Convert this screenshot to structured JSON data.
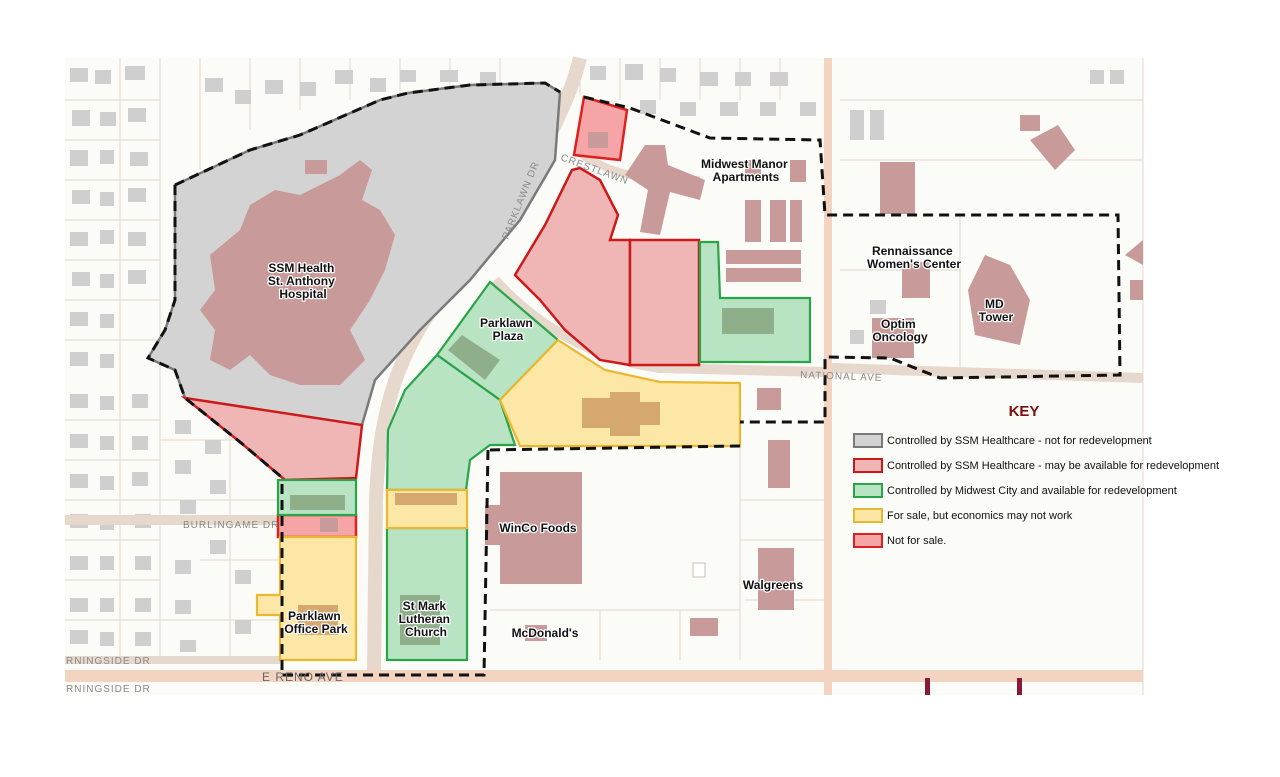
{
  "colors": {
    "ssm_no_redevelop_fill": "#d3d3d3",
    "ssm_no_redevelop_stroke": "#7a7a7a",
    "ssm_maybe_fill": "#f0b5b5",
    "ssm_maybe_stroke": "#cc1a1a",
    "midwest_city_fill": "#b8e4c3",
    "midwest_city_stroke": "#2aa448",
    "for_sale_fill": "#fde7a6",
    "for_sale_stroke": "#e8b830",
    "not_for_sale_fill": "#f5a5a5",
    "not_for_sale_stroke": "#e02020",
    "building": "#c99a9a",
    "road": "#f3d4c0",
    "key_title": "#7a1010"
  },
  "labels": {
    "ssm_hospital": [
      "SSM Health",
      "St. Anthony",
      "Hospital"
    ],
    "midwest_manor": [
      "Midwest Manor",
      "Apartments"
    ],
    "rennaissance": [
      "Rennaissance",
      "Women's Center"
    ],
    "md_tower": [
      "MD",
      "Tower"
    ],
    "optim": [
      "Optim",
      "Oncology"
    ],
    "parklawn_plaza": [
      "Parklawn",
      "Plaza"
    ],
    "winco": "WinCo Foods",
    "walgreens": "Walgreens",
    "mcdonalds": "McDonald's",
    "st_mark": [
      "St Mark",
      "Lutheran",
      "Church"
    ],
    "parklawn_office": [
      "Parklawn",
      "Office Park"
    ]
  },
  "roads": {
    "crestlawn": "CRESTLAWN",
    "parklawn_dr": "PARKLAWN DR",
    "national_ave": "NATIONAL AVE",
    "burlingame": "BURLINGAME DR",
    "morningside_1": "RNINGSIDE DR",
    "morningside_2": "RNINGSIDE DR",
    "reno": "E RENO AVE"
  },
  "key": {
    "title": "KEY",
    "items": [
      {
        "label": "Controlled by SSM Healthcare - not for redevelopment",
        "fill": "#d3d3d3",
        "stroke": "#7a7a7a"
      },
      {
        "label": "Controlled by SSM Healthcare - may be available for redevelopment",
        "fill": "#f0b5b5",
        "stroke": "#cc1a1a"
      },
      {
        "label": "Controlled by Midwest City and available for redevelopment",
        "fill": "#b8e4c3",
        "stroke": "#2aa448"
      },
      {
        "label": "For sale, but economics may not work",
        "fill": "#fde7a6",
        "stroke": "#e8b830"
      },
      {
        "label": "Not for sale.",
        "fill": "#f5a5a5",
        "stroke": "#e02020"
      }
    ]
  }
}
